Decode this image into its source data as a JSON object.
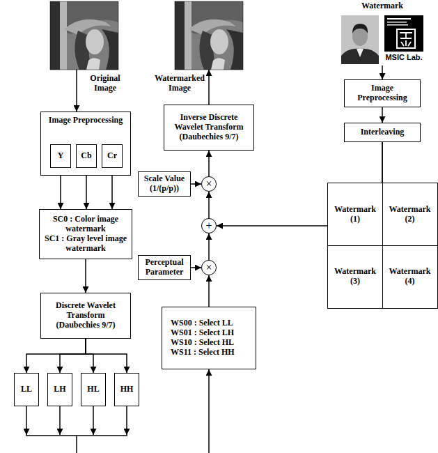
{
  "diagram": {
    "nodes": [
      {
        "text": [
          "Original Image"
        ]
      },
      {
        "text": [
          "Image Preprocessing"
        ]
      },
      {
        "text": [
          "Y"
        ],
        "in": 1
      },
      {
        "text": [
          "Cb"
        ],
        "in": 1
      },
      {
        "text": [
          "Cr"
        ],
        "in": 1
      },
      {
        "text": [
          "SC0 : Color image watermark",
          "SC1 : Gray level image watermark"
        ]
      },
      {
        "text": [
          "Discrete Wavelet Transform (Daubechies 9/7)"
        ]
      },
      {
        "text": [
          "LL"
        ]
      },
      {
        "text": [
          "LH"
        ]
      },
      {
        "text": [
          "HL"
        ]
      },
      {
        "text": [
          "HH"
        ]
      },
      {
        "text": [
          "Watermarked Image"
        ]
      },
      {
        "text": [
          "Inverse Discrete Wavelet Transform (Daubechies 9/7)"
        ]
      },
      {
        "text": [
          "Scale Value (1/(p/p))"
        ]
      },
      {
        "text": [
          "×"
        ]
      },
      {
        "text": [
          "+"
        ]
      },
      {
        "text": [
          "Perceptual Parameter"
        ]
      },
      {
        "text": [
          "×"
        ]
      },
      {
        "text": [
          "WS00 : Select LL",
          "WS01 : Select LH",
          "WS10 : Select HL",
          "WS11 : Select HH"
        ]
      },
      {
        "text": [
          "Watermark"
        ]
      },
      {
        "text": [
          "Image Preprocessing"
        ]
      },
      {
        "text": [
          "Interleaving"
        ]
      },
      {
        "text": [
          "Watermark (1)"
        ]
      },
      {
        "text": [
          "Watermark (2)"
        ]
      },
      {
        "text": [
          "Watermark (3)"
        ]
      },
      {
        "text": [
          "Watermark (4)"
        ]
      }
    ],
    "edges": [
      {
        "from": 0,
        "to": 1,
        "arrow": "to"
      },
      {
        "from": 2,
        "to": 5,
        "arrow": "to"
      },
      {
        "from": 3,
        "to": 5,
        "arrow": "to"
      },
      {
        "from": 4,
        "to": 5,
        "arrow": "to"
      },
      {
        "from": 5,
        "to": 6,
        "arrow": "to"
      },
      {
        "from": 6,
        "to": 7,
        "arrow": "to"
      },
      {
        "from": 6,
        "to": 8,
        "arrow": "to"
      },
      {
        "from": 6,
        "to": 9,
        "arrow": "to"
      },
      {
        "from": 6,
        "to": 10,
        "arrow": "to"
      },
      {
        "from": 18,
        "to": 17,
        "arrow": "to"
      },
      {
        "from": 16,
        "to": 17,
        "arrow": "to"
      },
      {
        "from": 17,
        "to": 15,
        "arrow": "to"
      },
      {
        "from": 22,
        "to": 15,
        "arrow": "to"
      },
      {
        "from": 15,
        "to": 14,
        "arrow": "to"
      },
      {
        "from": 13,
        "to": 14,
        "arrow": "to"
      },
      {
        "from": 14,
        "to": 12,
        "arrow": "to"
      },
      {
        "from": 12,
        "to": 11,
        "arrow": "to"
      },
      {
        "from": 19,
        "to": 20,
        "arrow": "to"
      },
      {
        "from": 20,
        "to": 21,
        "arrow": "to"
      },
      {
        "from": 21,
        "to": 22,
        "arrow": "none"
      },
      {
        "from": 21,
        "to": 23,
        "arrow": "none"
      }
    ],
    "labels": [
      "MSIC Lab."
    ]
  }
}
